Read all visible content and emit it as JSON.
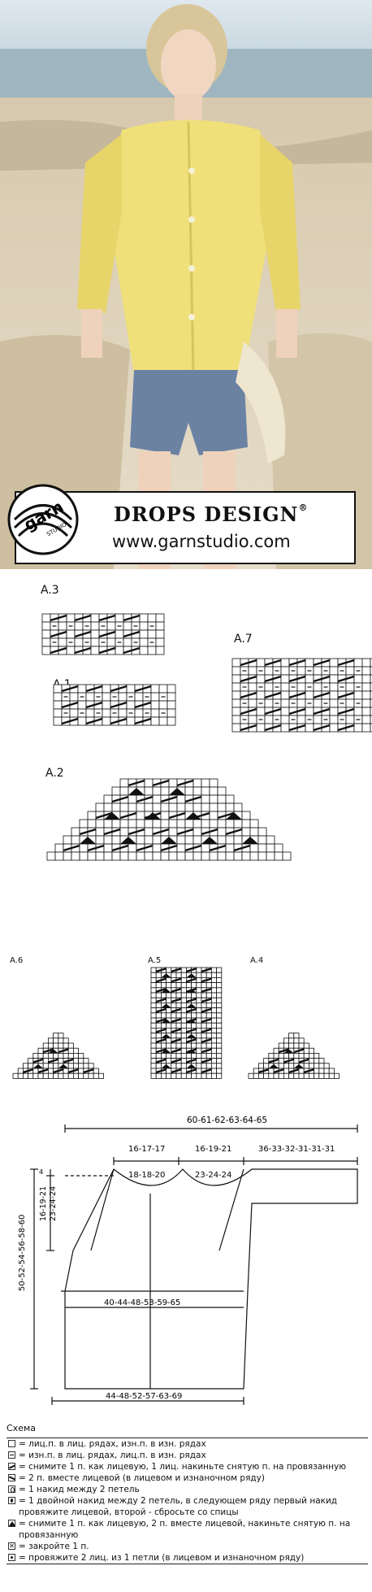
{
  "brand": {
    "name": "DROPS DESIGN",
    "registered": "®",
    "url": "www.garnstudio.com",
    "logo_text": "garn",
    "logo_sub": "STUDIO"
  },
  "diagrams": {
    "a3": "A.3",
    "a7": "A.7",
    "a1": "A.1",
    "a2": "A.2",
    "a6": "A.6",
    "a5": "A.5",
    "a4": "A.4"
  },
  "measurements": {
    "top_width": "60-61-62-63-64-65",
    "neck_left_1": "16-17-17",
    "neck_left_2": "18-18-20",
    "neck_mid_1": "16-19-21",
    "neck_mid_2": "23-24-24",
    "sleeve": "36-33-32-31-31-31",
    "yoke_1": "16-19-21",
    "yoke_2": "23-24-24",
    "shoulder": "4",
    "length": "50-52-54-56-58-60",
    "chest": "40-44-48-53-59-65",
    "bottom": "44-48-52-57-63-69"
  },
  "legend": {
    "title": "Схема",
    "items": [
      "= лиц.п. в лиц. рядах, изн.п. в изн. рядах",
      "= изн.п. в лиц. рядах, лиц.п. в изн. рядах",
      "= снимите 1 п. как лицевую, 1 лиц. накиньте снятую п. на провязанную",
      "= 2 п. вместе лицевой (в лицевом и изнаночном ряду)",
      "= 1 накид между 2 петель",
      "= 1 двойной накид между 2 петель, в следующем ряду первый накид провяжите лицевой, второй - сбросьте со спицы",
      "= снимите 1 п. как лицевую, 2 п. вместе лицевой, накиньте снятую п. на провязанную",
      "= закройте 1 п.",
      "= провяжите 2 лиц. из 1 петли (в лицевом и изнаночном ряду)"
    ]
  },
  "colors": {
    "sweater": "#efe07a",
    "sky": "#c9dce6",
    "sand": "#d9cdb4",
    "ink": "#111111"
  }
}
